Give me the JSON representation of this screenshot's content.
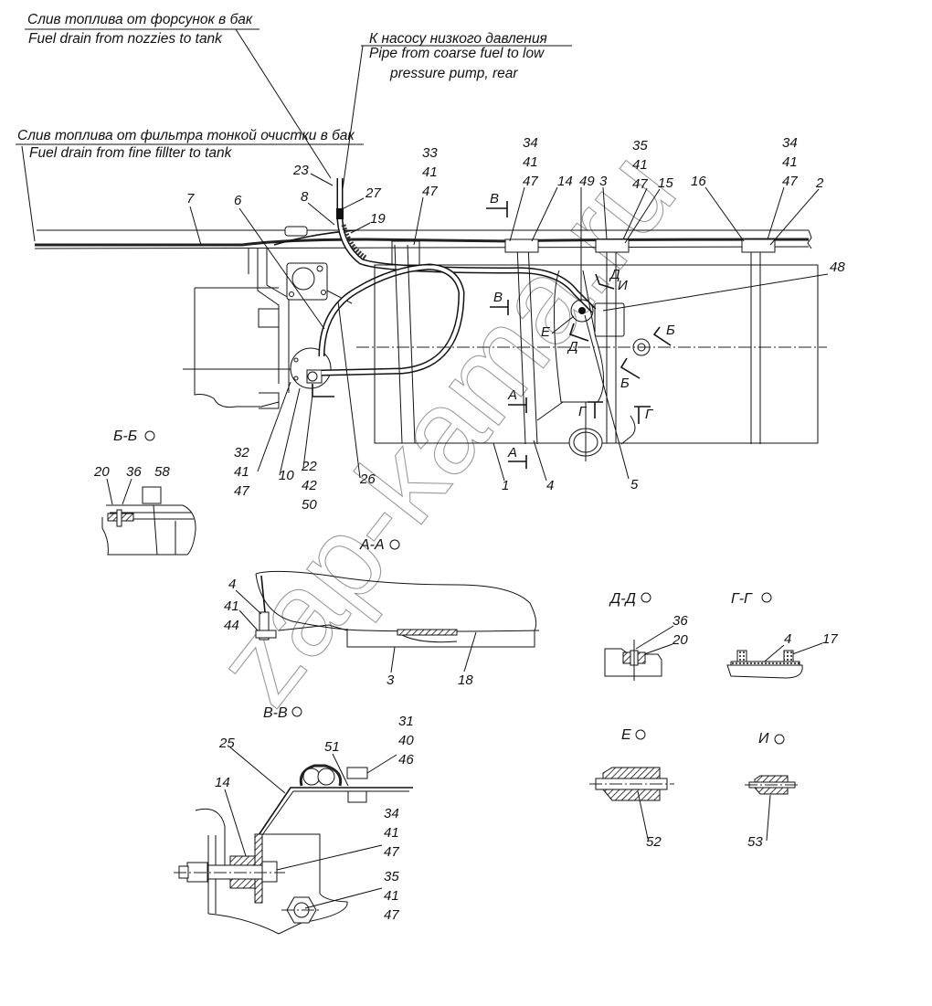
{
  "callouts": {
    "drain_nozzles_ru": "Слив топлива от форсунок в бак",
    "drain_nozzles_en": "Fuel drain from nozzies to tank",
    "pump_ru": "К насосу низкого давления",
    "pump_en_1": "Pipe from coarse fuel to low",
    "pump_en_2": "pressure pump, rear",
    "drain_filter_ru": "Слив топлива от фильтра тонкой очистки в бак",
    "drain_filter_en": "Fuel drain from fine fillter to tank"
  },
  "main_view": {
    "labels": {
      "p23": "23",
      "p8": "8",
      "p27": "27",
      "p19": "19",
      "p7": "7",
      "p6": "6",
      "g33": [
        "33",
        "41",
        "47"
      ],
      "g34a": [
        "34",
        "41",
        "47"
      ],
      "p14": "14",
      "p49": "49",
      "p3": "3",
      "g35": [
        "35",
        "41",
        "47"
      ],
      "p15": "15",
      "p16": "16",
      "g34b": [
        "34",
        "41",
        "47"
      ],
      "p2": "2",
      "p48": "48",
      "g32": [
        "32",
        "41",
        "47"
      ],
      "p10": "10",
      "g22": [
        "22",
        "42",
        "50"
      ],
      "p26": "26",
      "p1": "1",
      "p4": "4",
      "p5": "5"
    },
    "section_marks": {
      "v_top": "В",
      "v_left": "В",
      "a_top": "А",
      "a_bottom": "А",
      "d_top": "Д",
      "d_bottom": "Д",
      "i": "И",
      "e": "Е",
      "b_right": "Б",
      "b_lower": "Б",
      "g_left": "Г",
      "g_right": "Г"
    }
  },
  "sections": {
    "bb": {
      "title": "Б-Б",
      "labels": [
        "20",
        "36",
        "58"
      ]
    },
    "aa": {
      "title": "А-А",
      "labels": {
        "p4": "4",
        "p41": "41",
        "p44": "44",
        "p3": "3",
        "p18": "18"
      }
    },
    "dd": {
      "title": "Д-Д",
      "labels": {
        "p36": "36",
        "p20": "20"
      }
    },
    "gg": {
      "title": "Г-Г",
      "labels": {
        "p4": "4",
        "p17": "17"
      }
    },
    "vv": {
      "title": "В-В",
      "labels": {
        "p25": "25",
        "p14": "14",
        "p51": "51",
        "g31": [
          "31",
          "40",
          "46"
        ],
        "g34": [
          "34",
          "41",
          "47"
        ],
        "g35": [
          "35",
          "41",
          "47"
        ]
      }
    },
    "e": {
      "title": "Е",
      "labels": {
        "p52": "52"
      }
    },
    "i": {
      "title": "И",
      "labels": {
        "p53": "53"
      }
    }
  },
  "watermark": "zap-kama.ru"
}
